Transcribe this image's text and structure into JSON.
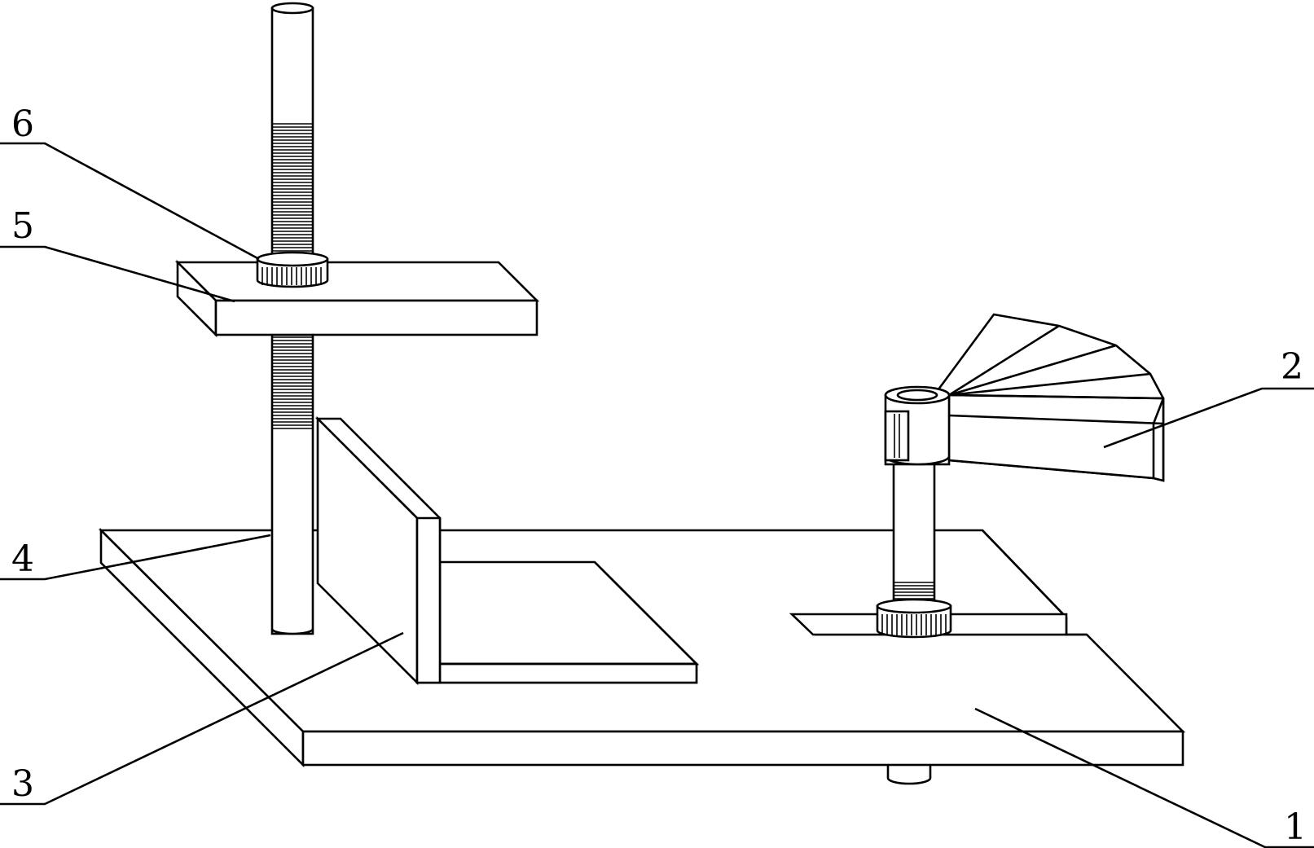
{
  "labels": [
    "1",
    "2",
    "3",
    "4",
    "5",
    "6"
  ],
  "colors": {
    "line": "#000000",
    "fill": "#ffffff",
    "background": "#ffffff"
  }
}
